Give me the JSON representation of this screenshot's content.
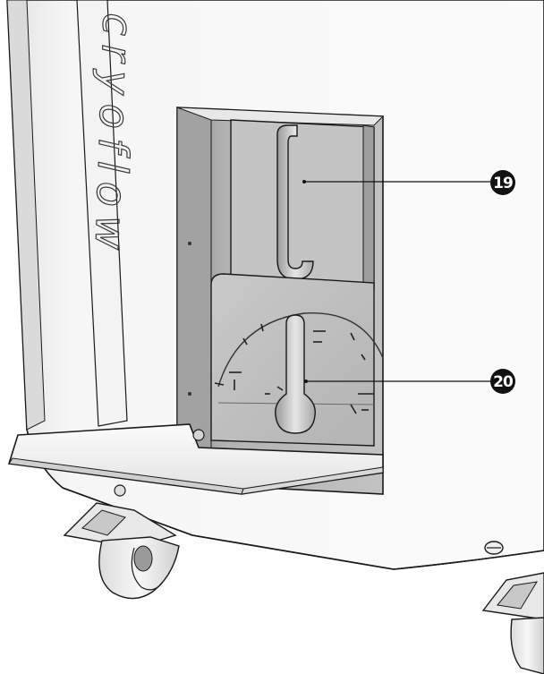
{
  "figure": {
    "brand_lettering": "cryoflow",
    "callouts": [
      {
        "id": "callout-19",
        "number": "19"
      },
      {
        "id": "callout-20",
        "number": "20"
      }
    ]
  },
  "colors": {
    "background": "#ffffff",
    "line": "#1a1a1a",
    "cabinet": "#f4f4f4",
    "recess": "#b8b8b8",
    "recess_dark": "#8f8f8f",
    "callout_badge": "#111111",
    "callout_text": "#ffffff"
  }
}
